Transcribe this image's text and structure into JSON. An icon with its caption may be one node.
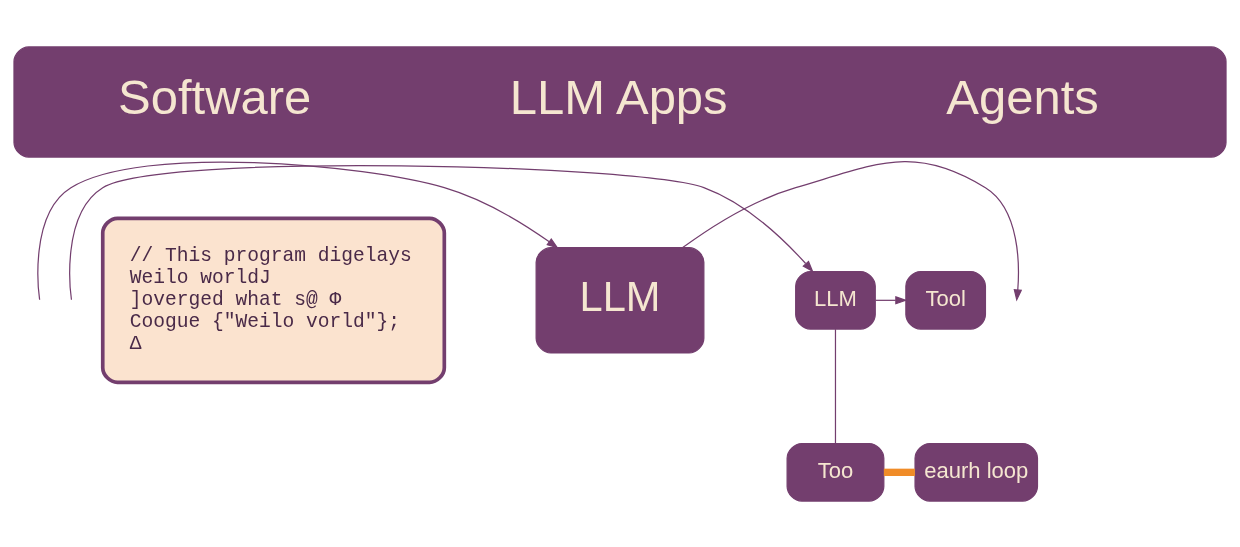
{
  "diagram": {
    "nodes": [
      {
        "text": [
          "Software",
          "LLM Apps",
          "Agents"
        ]
      },
      {
        "text": [
          "// This program digelays",
          "Weilo worldJ",
          "]overged what s@ Φ",
          "Coogue {\"Weilo vorld\"};",
          "Δ"
        ]
      },
      {
        "text": [
          "LLM"
        ]
      },
      {
        "text": [
          "LLM"
        ]
      },
      {
        "text": [
          "Tool"
        ]
      },
      {
        "text": [
          "Too"
        ]
      },
      {
        "text": [
          "eaurh loop"
        ]
      }
    ],
    "edges": [
      {
        "from": null,
        "to": 2,
        "arrow": "to"
      },
      {
        "from": 2,
        "to": null,
        "arrow": "to"
      },
      {
        "from": null,
        "to": 3,
        "arrow": "to"
      },
      {
        "from": 3,
        "to": 4,
        "arrow": "to"
      },
      {
        "from": 3,
        "to": 5,
        "arrow": "none"
      },
      {
        "from": 5,
        "to": 6,
        "arrow": "none",
        "style": "thick",
        "color": "#f08c28"
      }
    ]
  }
}
